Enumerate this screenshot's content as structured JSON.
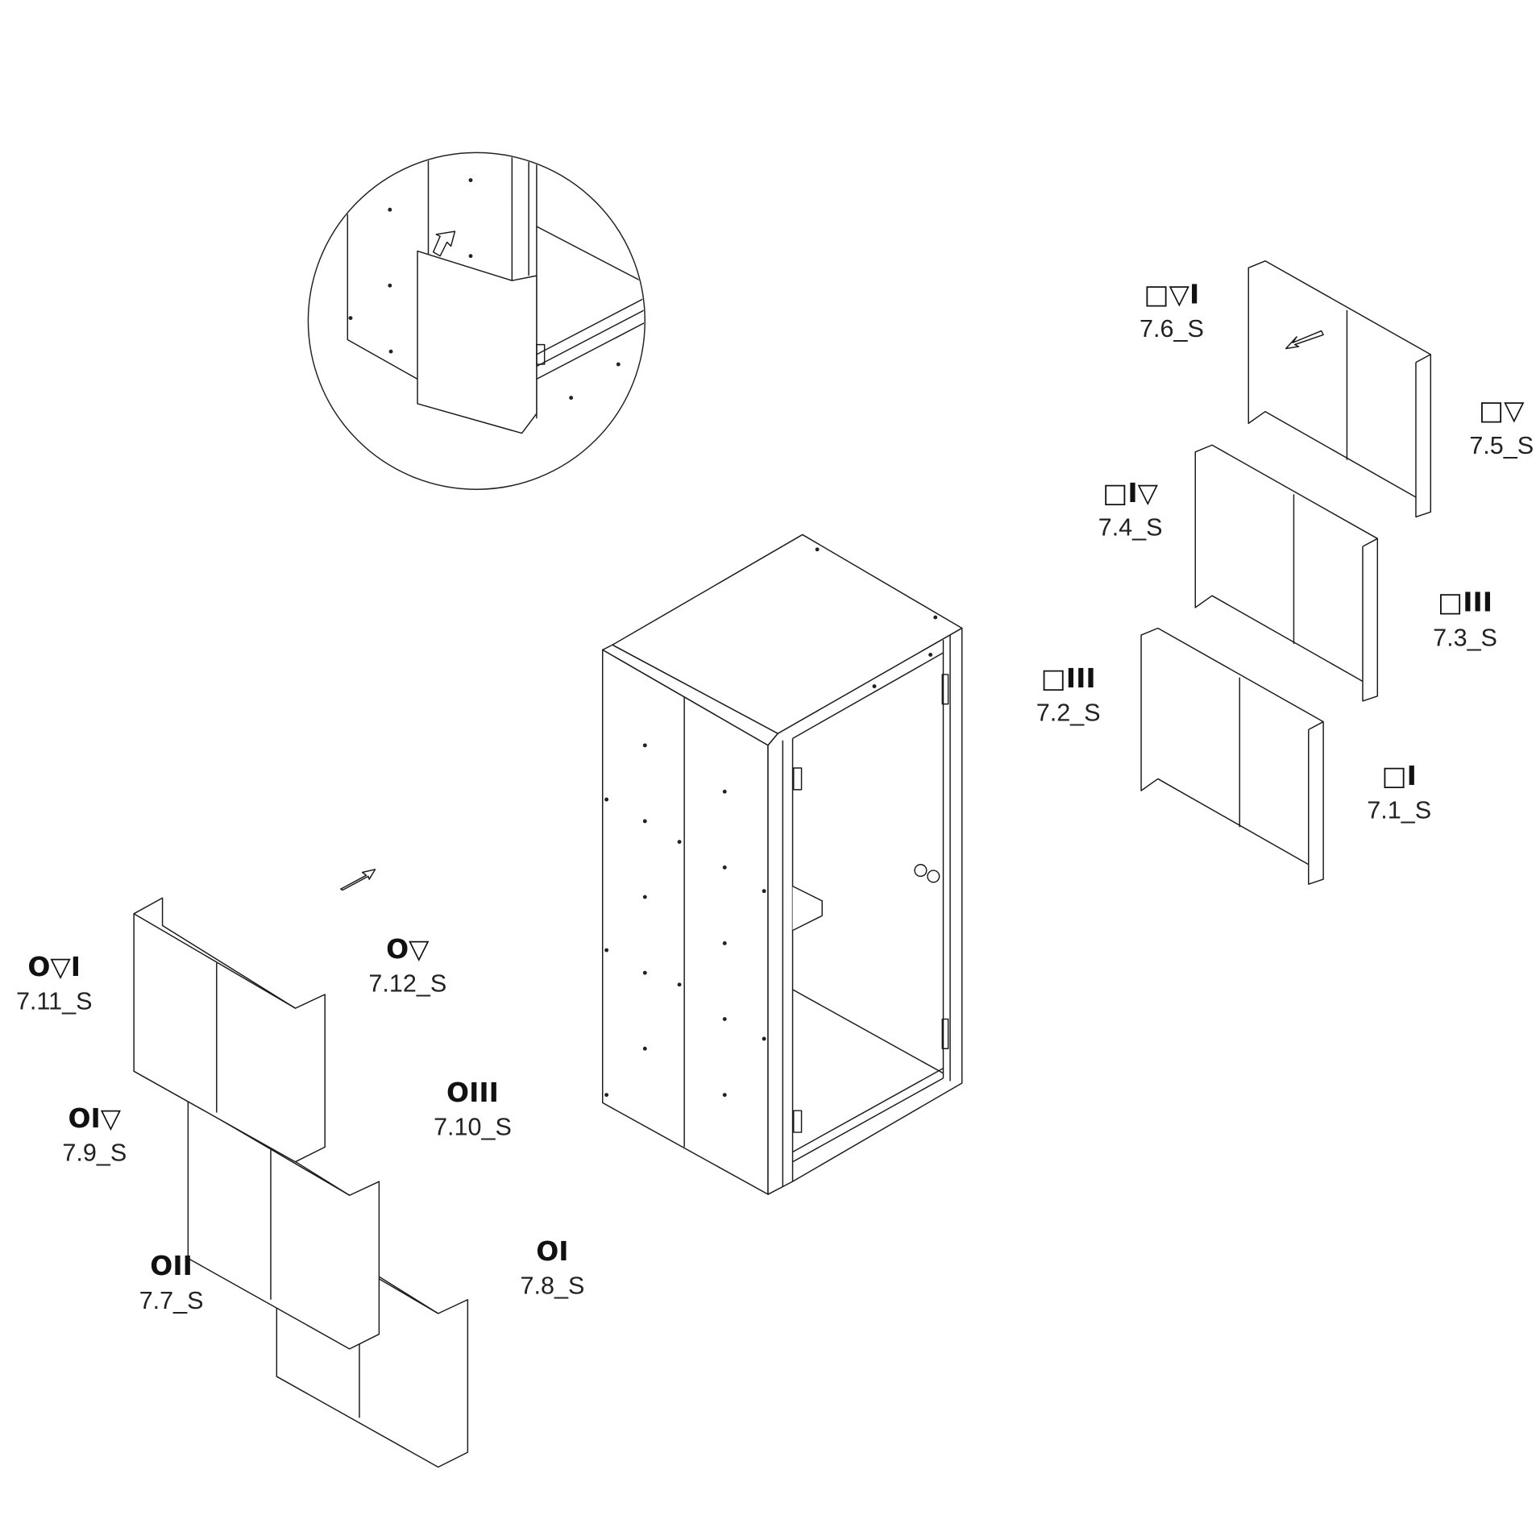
{
  "labels": [
    {
      "symbol": "□▽I",
      "part": "7.6_S"
    },
    {
      "symbol": "□▽",
      "part": "7.5_S"
    },
    {
      "symbol": "□I▽",
      "part": "7.4_S"
    },
    {
      "symbol": "□III",
      "part": "7.3_S"
    },
    {
      "symbol": "□III",
      "part": "7.2_S"
    },
    {
      "symbol": "□I",
      "part": "7.1_S"
    },
    {
      "symbol": "O▽I",
      "part": "7.11_S"
    },
    {
      "symbol": "O▽",
      "part": "7.12_S"
    },
    {
      "symbol": "OI▽",
      "part": "7.9_S"
    },
    {
      "symbol": "OIII",
      "part": "7.10_S"
    },
    {
      "symbol": "OII",
      "part": "7.7_S"
    },
    {
      "symbol": "OI",
      "part": "7.8_S"
    }
  ]
}
